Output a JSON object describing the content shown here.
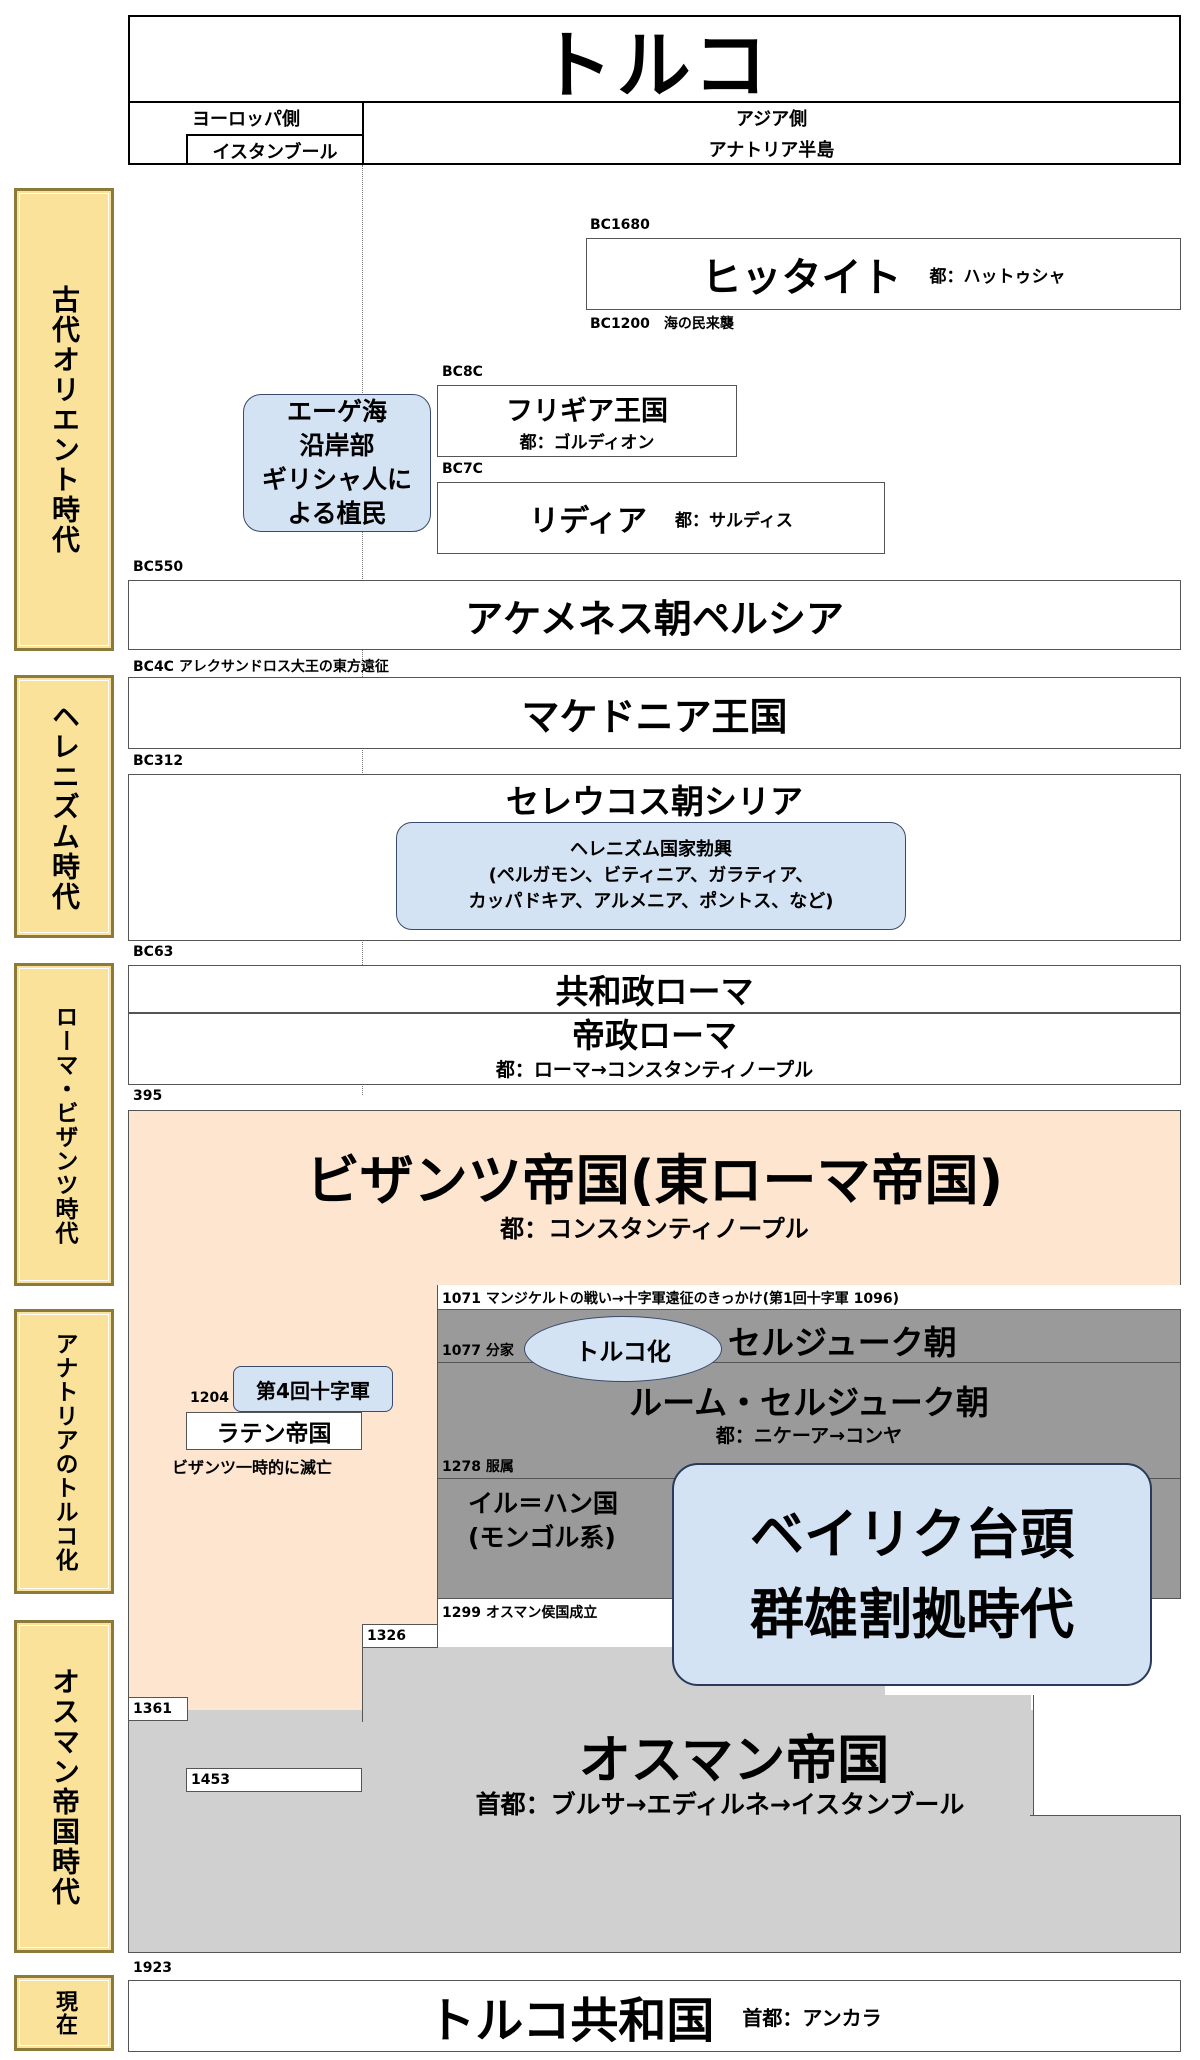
{
  "header": {
    "title": "トルコ",
    "europe_side": "ヨーロッパ側",
    "istanbul": "イスタンブール",
    "asia_side": "アジア側",
    "anatolia": "アナトリア半島"
  },
  "eras": {
    "ancient": "古代オリエント時代",
    "hellenism": "ヘレニズム時代",
    "rome": "ローマ・ビザンツ時代",
    "turkification": "アナトリアのトルコ化",
    "ottoman": "オスマン帝国時代",
    "present": "現在"
  },
  "hittite": {
    "start": "BC1680",
    "name": "ヒッタイト",
    "capital": "都：ハットゥシャ",
    "end": "BC1200　海の民来襲"
  },
  "aegean": {
    "line1": "エーゲ海",
    "line2": "沿岸部",
    "line3": "ギリシャ人に",
    "line4": "よる植民"
  },
  "phrygia": {
    "year": "BC8C",
    "name": "フリギア王国",
    "capital": "都：ゴルディオン"
  },
  "lydia": {
    "year": "BC7C",
    "name": "リディア",
    "capital": "都：サルディス"
  },
  "persia": {
    "year": "BC550",
    "name": "アケメネス朝ペルシア"
  },
  "macedonia": {
    "year": "BC4C アレクサンドロス大王の東方遠征",
    "name": "マケドニア王国"
  },
  "seleucid": {
    "year": "BC312",
    "name": "セレウコス朝シリア",
    "note1": "ヘレニズム国家勃興",
    "note2": "(ペルガモン、ビティニア、ガラティア、",
    "note3": "カッパドキア、アルメニア、ポントス、など)"
  },
  "republic_rome": {
    "year": "BC63",
    "name": "共和政ローマ"
  },
  "imperial_rome": {
    "name": "帝政ローマ",
    "capital": "都：ローマ→コンスタンティノープル"
  },
  "byzantine": {
    "year": "395",
    "name": "ビザンツ帝国(東ローマ帝国)",
    "capital": "都：コンスタンティノープル"
  },
  "seljuk": {
    "manzikert": "1071 マンジケルトの戦い→十字軍遠征のきっかけ(第1回十字軍 1096)",
    "split": "1077 分家",
    "turkify": "トルコ化",
    "name": "セルジューク朝",
    "rum_name": "ルーム・セルジューク朝",
    "rum_capital": "都：ニケーア→コンヤ",
    "subjugation": "1278 服属"
  },
  "ilkhan": {
    "line1": "イル＝ハン国",
    "line2": "(モンゴル系)"
  },
  "beylik": {
    "line1": "ベイリク台頭",
    "line2": "群雄割拠時代"
  },
  "latin": {
    "year": "1204",
    "crusade": "第4回十字軍",
    "name": "ラテン帝国",
    "note": "ビザンツ一時的に滅亡"
  },
  "ottoman": {
    "founding": "1299 オスマン侯国成立",
    "y1326": "1326",
    "y1361": "1361",
    "y1453": "1453",
    "name": "オスマン帝国",
    "capital": "首都：ブルサ→エディルネ→イスタンブール"
  },
  "republic": {
    "year": "1923",
    "name": "トルコ共和国",
    "capital": "首都：アンカラ"
  },
  "colors": {
    "era_label": "#fbe29a",
    "byzantine": "#fde5cf",
    "seljuk": "#999999",
    "ottoman": "#d0d0d0",
    "highlight": "#d4e3f3"
  }
}
